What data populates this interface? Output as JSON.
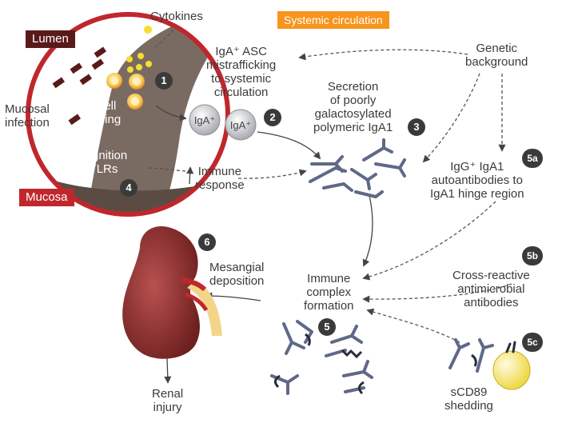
{
  "labels": {
    "cytokines": "Cytokines",
    "lumen": "Lumen",
    "mucosa": "Mucosa",
    "systemic": "Systemic circulation",
    "mucosal_infection": "Mucosal\ninfection",
    "bcell_priming": "B-cell\npriming",
    "recognition": "Recognition\nby TLRs",
    "iga_asc": "IgA⁺ ASC\nmistrafficking\nto systemic\ncirculation",
    "iga_ball_1": "IgA⁺",
    "iga_ball_2": "IgA⁺",
    "immune_response": "Immune\nresponse",
    "secretion": "Secretion\nof poorly\ngalactosylated\npolymeric IgA1",
    "genetic": "Genetic\nbackground",
    "autoantibodies": "IgG⁺ IgA1\nautoantibodies to\nIgA1 hinge region",
    "cross_reactive": "Cross-reactive\nantimicrobial\nantibodies",
    "immune_complex": "Immune\ncomplex\nformation",
    "mesangial": "Mesangial\ndeposition",
    "renal_injury": "Renal\ninjury",
    "scd89": "sCD89\nshedding"
  },
  "steps": {
    "s1": "1",
    "s2": "2",
    "s3": "3",
    "s4": "4",
    "s5": "5",
    "s5a": "5a",
    "s5b": "5b",
    "s5c": "5c",
    "s6": "6"
  },
  "colors": {
    "circle_ring": "#c0272d",
    "lumen_tag": "#5a1a1a",
    "mucosa_tag": "#c0272d",
    "systemic_tag": "#f7941d",
    "tissue": "#7a6b62",
    "antibody": "#5f6888",
    "kidney": "#8b2a2a",
    "cd89": "#f3e35a",
    "cytokine": "#f3df2c"
  }
}
